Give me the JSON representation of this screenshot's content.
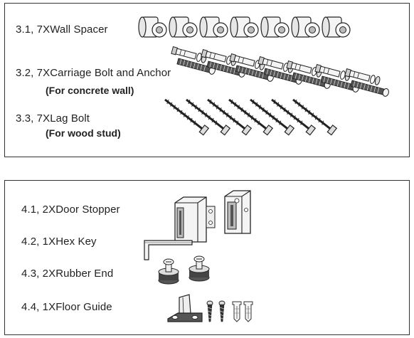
{
  "section1": {
    "items": [
      {
        "label": "3.1, 7XWall Spacer",
        "note": ""
      },
      {
        "label": "3.2, 7XCarriage Bolt and Anchor",
        "note": "(For concrete wall)"
      },
      {
        "label": "3.3, 7XLag Bolt",
        "note": "(For wood stud)"
      }
    ],
    "part_icons": [
      "wall-spacer-icon",
      "carriage-bolt-icon",
      "anchor-icon",
      "lag-bolt-icon"
    ],
    "counts": {
      "wall_spacers": 7,
      "carriage_bolts": 7,
      "lag_bolts": 7
    }
  },
  "section2": {
    "items": [
      {
        "label": "4.1, 2XDoor Stopper"
      },
      {
        "label": "4.2, 1XHex Key"
      },
      {
        "label": "4.3, 2XRubber End"
      },
      {
        "label": "4.4, 1XFloor Guide"
      }
    ],
    "part_icons": [
      "door-stopper-icon",
      "hex-key-icon",
      "rubber-end-icon",
      "floor-guide-icon",
      "screw-icon",
      "wall-plug-icon"
    ],
    "counts": {
      "door_stoppers": 2,
      "hex_keys": 1,
      "rubber_ends": 2,
      "floor_guides": 1,
      "screws": 2,
      "wall_plugs": 2
    }
  },
  "colors": {
    "ink": "#222222",
    "border": "#333333",
    "part_fill": "#f2f2f2",
    "part_shade": "#9a9a9a"
  }
}
